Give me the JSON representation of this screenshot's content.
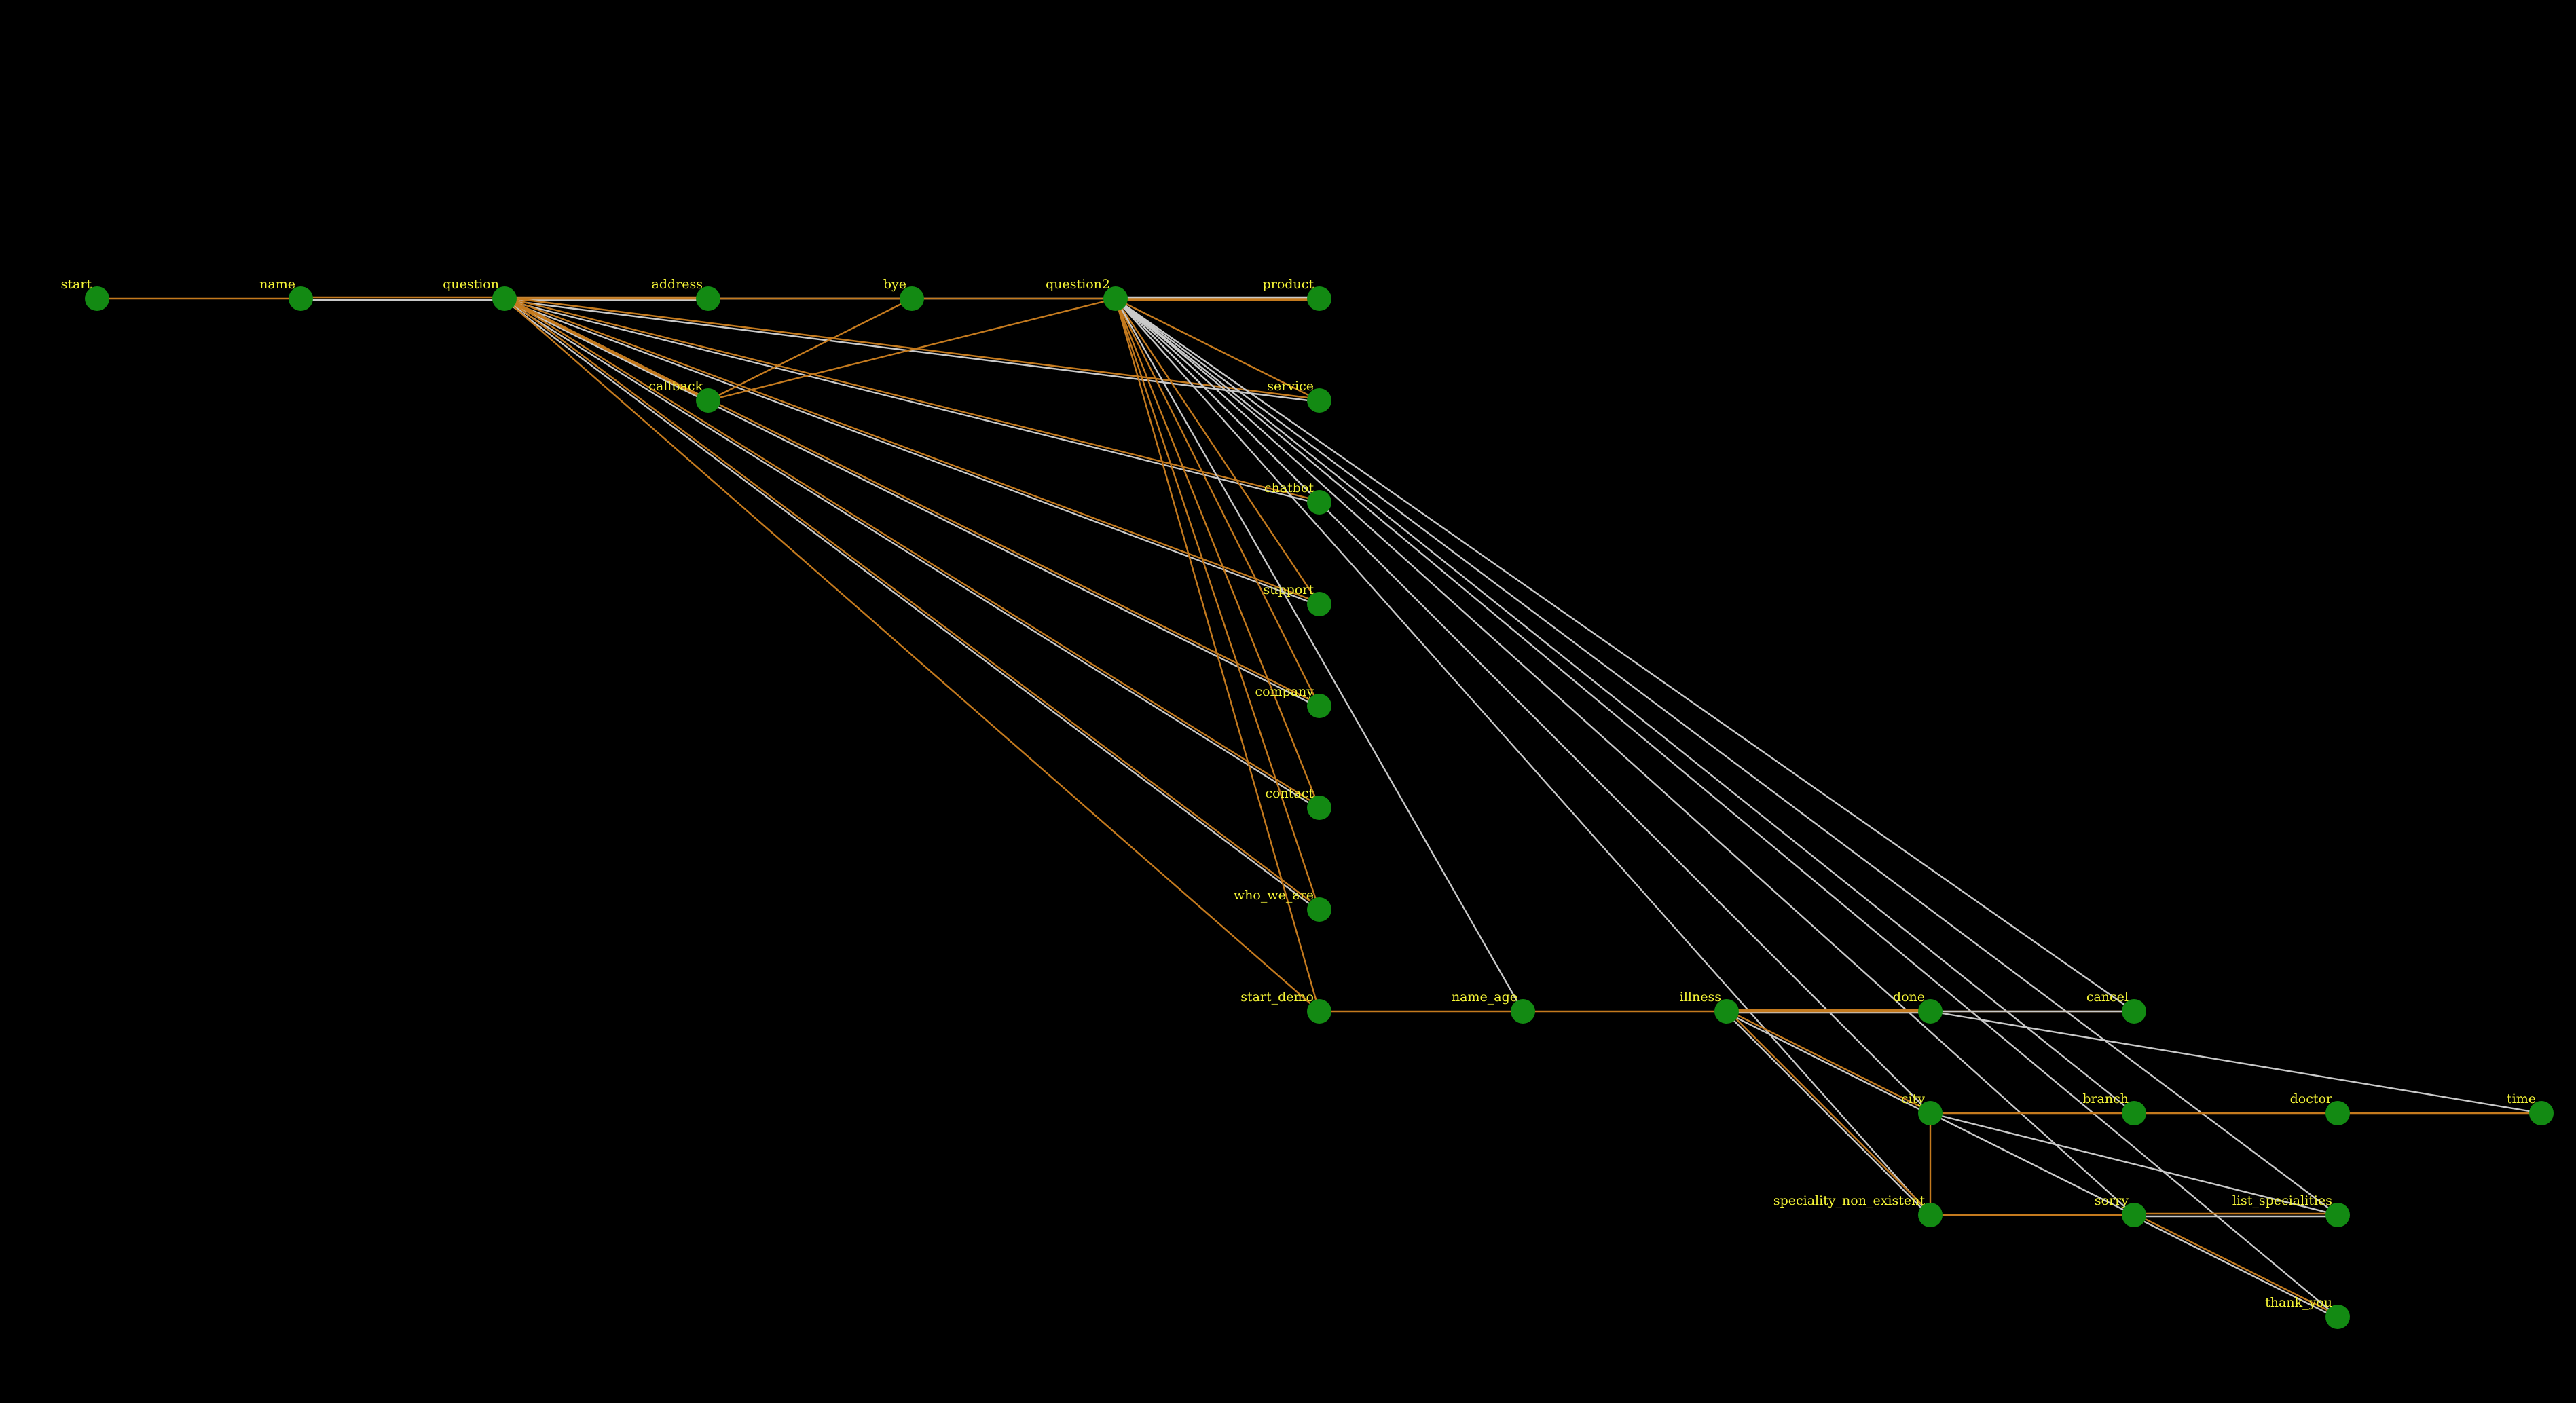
{
  "graph": {
    "background": "#000000",
    "node_color": "#138a13",
    "label_color": "#f5f536",
    "edge_colors": {
      "orange": "#c47a1e",
      "white": "#c9c9c9"
    },
    "nodes": [
      {
        "id": "start",
        "label": "start"
      },
      {
        "id": "name",
        "label": "name"
      },
      {
        "id": "question",
        "label": "question"
      },
      {
        "id": "address",
        "label": "address"
      },
      {
        "id": "bye",
        "label": "bye"
      },
      {
        "id": "question2",
        "label": "question2"
      },
      {
        "id": "product",
        "label": "product"
      },
      {
        "id": "callback",
        "label": "callback"
      },
      {
        "id": "service",
        "label": "service"
      },
      {
        "id": "chatbot",
        "label": "chatbot"
      },
      {
        "id": "support",
        "label": "support"
      },
      {
        "id": "company",
        "label": "company"
      },
      {
        "id": "contact",
        "label": "contact"
      },
      {
        "id": "who_we_are",
        "label": "who_we_are"
      },
      {
        "id": "start_demo",
        "label": "start_demo"
      },
      {
        "id": "name_age",
        "label": "name_age"
      },
      {
        "id": "illness",
        "label": "illness"
      },
      {
        "id": "done",
        "label": "done"
      },
      {
        "id": "cancel",
        "label": "cancel"
      },
      {
        "id": "city",
        "label": "city"
      },
      {
        "id": "branch",
        "label": "branch"
      },
      {
        "id": "doctor",
        "label": "doctor"
      },
      {
        "id": "time",
        "label": "time"
      },
      {
        "id": "speciality_non_existent",
        "label": "speciality_non_existent"
      },
      {
        "id": "sorry",
        "label": "sorry"
      },
      {
        "id": "list_specialities",
        "label": "list_specialities"
      },
      {
        "id": "thank_you",
        "label": "thank_you"
      }
    ],
    "edges": [
      {
        "from": "start",
        "to": "name",
        "color": "orange"
      },
      {
        "from": "name",
        "to": "question",
        "color": "orange"
      },
      {
        "from": "name",
        "to": "question",
        "color": "white"
      },
      {
        "from": "question",
        "to": "address",
        "color": "orange"
      },
      {
        "from": "question",
        "to": "address",
        "color": "white"
      },
      {
        "from": "question",
        "to": "bye",
        "color": "orange"
      },
      {
        "from": "question",
        "to": "question2",
        "color": "white"
      },
      {
        "from": "question",
        "to": "product",
        "color": "orange"
      },
      {
        "from": "question",
        "to": "service",
        "color": "orange"
      },
      {
        "from": "question",
        "to": "service",
        "color": "white"
      },
      {
        "from": "question",
        "to": "chatbot",
        "color": "orange"
      },
      {
        "from": "question",
        "to": "chatbot",
        "color": "white"
      },
      {
        "from": "question",
        "to": "support",
        "color": "orange"
      },
      {
        "from": "question",
        "to": "support",
        "color": "white"
      },
      {
        "from": "question",
        "to": "company",
        "color": "orange"
      },
      {
        "from": "question",
        "to": "company",
        "color": "white"
      },
      {
        "from": "question",
        "to": "contact",
        "color": "orange"
      },
      {
        "from": "question",
        "to": "contact",
        "color": "white"
      },
      {
        "from": "question",
        "to": "who_we_are",
        "color": "orange"
      },
      {
        "from": "question",
        "to": "who_we_are",
        "color": "white"
      },
      {
        "from": "question",
        "to": "start_demo",
        "color": "orange"
      },
      {
        "from": "question",
        "to": "callback",
        "color": "orange"
      },
      {
        "from": "callback",
        "to": "bye",
        "color": "orange"
      },
      {
        "from": "callback",
        "to": "question2",
        "color": "orange"
      },
      {
        "from": "question2",
        "to": "product",
        "color": "white"
      },
      {
        "from": "question2",
        "to": "product",
        "color": "orange"
      },
      {
        "from": "question2",
        "to": "service",
        "color": "orange"
      },
      {
        "from": "question2",
        "to": "chatbot",
        "color": "white"
      },
      {
        "from": "question2",
        "to": "support",
        "color": "orange"
      },
      {
        "from": "question2",
        "to": "company",
        "color": "orange"
      },
      {
        "from": "question2",
        "to": "contact",
        "color": "orange"
      },
      {
        "from": "question2",
        "to": "who_we_are",
        "color": "orange"
      },
      {
        "from": "question2",
        "to": "start_demo",
        "color": "orange"
      },
      {
        "from": "question2",
        "to": "name_age",
        "color": "white"
      },
      {
        "from": "question2",
        "to": "city",
        "color": "white"
      },
      {
        "from": "question2",
        "to": "speciality_non_existent",
        "color": "white"
      },
      {
        "from": "question2",
        "to": "sorry",
        "color": "white"
      },
      {
        "from": "question2",
        "to": "list_specialities",
        "color": "white"
      },
      {
        "from": "question2",
        "to": "thank_you",
        "color": "white"
      },
      {
        "from": "question2",
        "to": "cancel",
        "color": "white"
      },
      {
        "from": "question2",
        "to": "branch",
        "color": "white"
      },
      {
        "from": "start_demo",
        "to": "name_age",
        "color": "orange"
      },
      {
        "from": "name_age",
        "to": "illness",
        "color": "orange"
      },
      {
        "from": "illness",
        "to": "done",
        "color": "orange"
      },
      {
        "from": "illness",
        "to": "done",
        "color": "white"
      },
      {
        "from": "illness",
        "to": "cancel",
        "color": "orange"
      },
      {
        "from": "illness",
        "to": "city",
        "color": "orange"
      },
      {
        "from": "illness",
        "to": "city",
        "color": "white"
      },
      {
        "from": "illness",
        "to": "speciality_non_existent",
        "color": "orange"
      },
      {
        "from": "illness",
        "to": "speciality_non_existent",
        "color": "white"
      },
      {
        "from": "done",
        "to": "cancel",
        "color": "white"
      },
      {
        "from": "done",
        "to": "time",
        "color": "white"
      },
      {
        "from": "city",
        "to": "branch",
        "color": "orange"
      },
      {
        "from": "city",
        "to": "speciality_non_existent",
        "color": "orange"
      },
      {
        "from": "city",
        "to": "sorry",
        "color": "white"
      },
      {
        "from": "city",
        "to": "list_specialities",
        "color": "white"
      },
      {
        "from": "branch",
        "to": "doctor",
        "color": "orange"
      },
      {
        "from": "doctor",
        "to": "time",
        "color": "orange"
      },
      {
        "from": "speciality_non_existent",
        "to": "sorry",
        "color": "orange"
      },
      {
        "from": "sorry",
        "to": "list_specialities",
        "color": "orange"
      },
      {
        "from": "sorry",
        "to": "list_specialities",
        "color": "white"
      },
      {
        "from": "sorry",
        "to": "thank_you",
        "color": "orange"
      },
      {
        "from": "sorry",
        "to": "thank_you",
        "color": "white"
      }
    ]
  }
}
